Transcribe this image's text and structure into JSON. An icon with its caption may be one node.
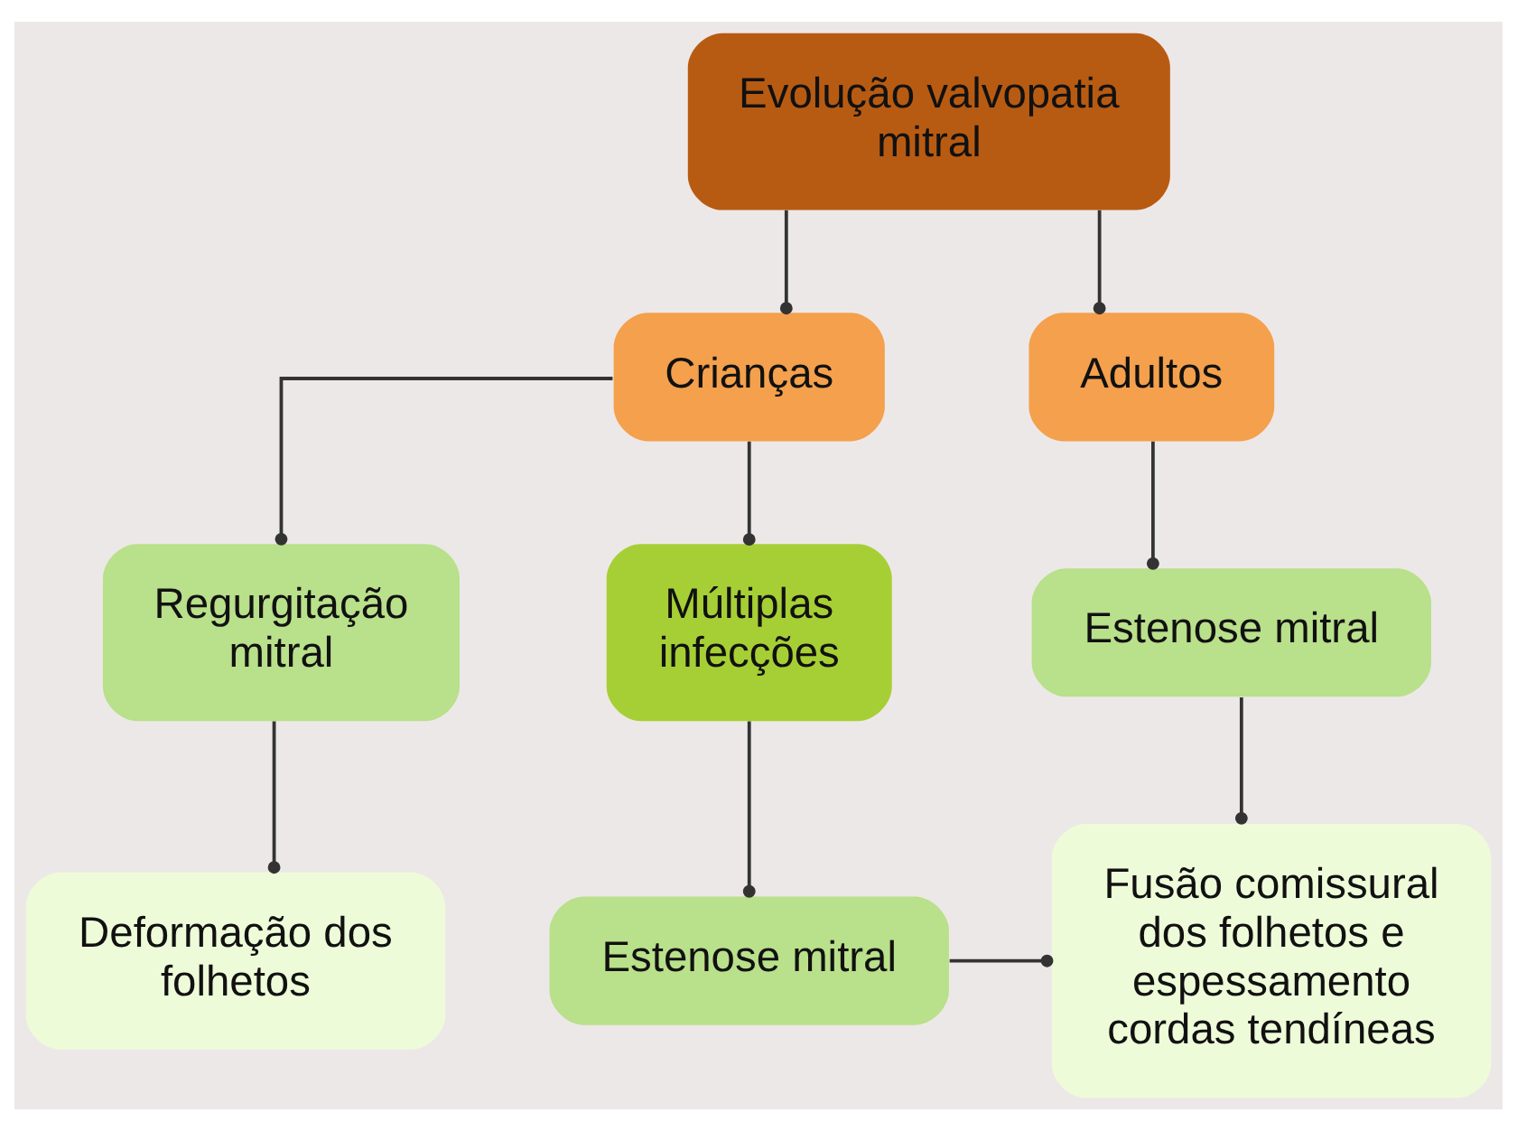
{
  "diagram": {
    "nodes": [
      {
        "text": [
          "Evolução valvopatia mitral"
        ]
      },
      {
        "text": [
          "Crianças"
        ]
      },
      {
        "text": [
          "Adultos"
        ]
      },
      {
        "text": [
          "Regurgitação mitral"
        ]
      },
      {
        "text": [
          "Múltiplas infecções"
        ]
      },
      {
        "text": [
          "Estenose mitral"
        ]
      },
      {
        "text": [
          "Deformação dos folhetos"
        ]
      },
      {
        "text": [
          "Estenose mitral"
        ]
      },
      {
        "text": [
          "Fusão comissural dos folhetos e espessamento cordas tendíneas"
        ]
      }
    ],
    "edges": [
      {
        "from": 0,
        "to": 1,
        "arrow": "other"
      },
      {
        "from": 0,
        "to": 2,
        "arrow": "other"
      },
      {
        "from": 1,
        "to": 3,
        "arrow": "other"
      },
      {
        "from": 1,
        "to": 4,
        "arrow": "other"
      },
      {
        "from": 2,
        "to": 5,
        "arrow": "other"
      },
      {
        "from": 3,
        "to": 6,
        "arrow": "other"
      },
      {
        "from": 4,
        "to": 7,
        "arrow": "other"
      },
      {
        "from": 5,
        "to": 8,
        "arrow": "other"
      },
      {
        "from": 7,
        "to": 8,
        "arrow": "other"
      }
    ]
  }
}
